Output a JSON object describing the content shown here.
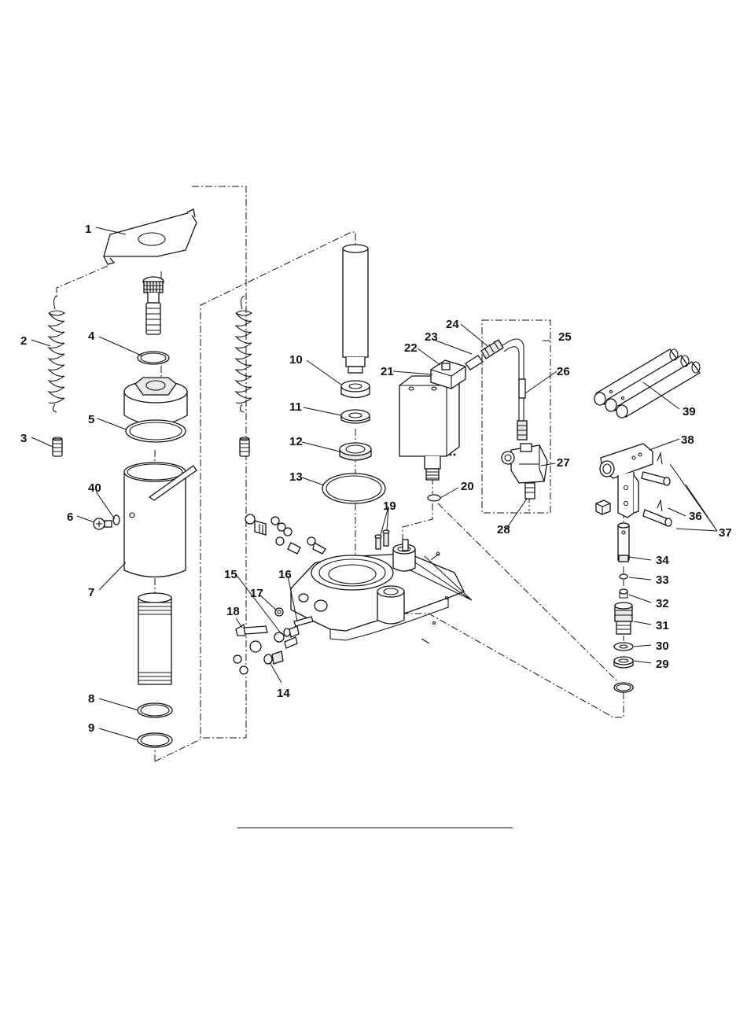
{
  "callouts": [
    "1",
    "2",
    "3",
    "4",
    "5",
    "6",
    "7",
    "8",
    "9",
    "10",
    "11",
    "12",
    "13",
    "14",
    "15",
    "16",
    "17",
    "18",
    "19",
    "20",
    "21",
    "22",
    "23",
    "24",
    "25",
    "26",
    "27",
    "28",
    "29",
    "30",
    "31",
    "32",
    "33",
    "34",
    "36",
    "37",
    "38",
    "39",
    "40"
  ],
  "line_color": "#111111",
  "background": "#ffffff"
}
